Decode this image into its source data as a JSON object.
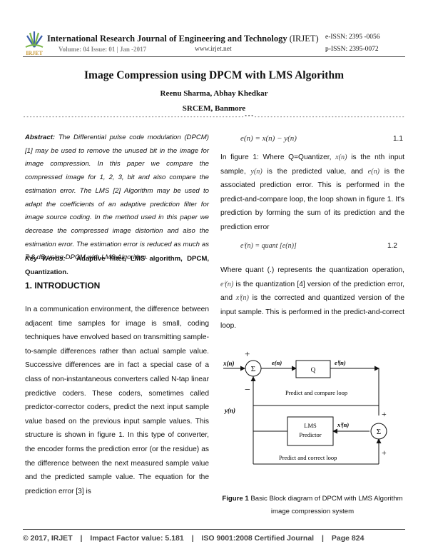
{
  "header": {
    "logo_text": "IRJET",
    "journal_title_bold": "International Research Journal of Engineering and Technology",
    "journal_abbrev": "(IRJET)",
    "volume_info": "Volume: 04 Issue: 01 | Jan -2017",
    "website": "www.irjet.net",
    "e_issn": "e-ISSN: 2395 -0056",
    "p_issn": "p-ISSN: 2395-0072"
  },
  "paper": {
    "title": "Image Compression using DPCM with LMS Algorithm",
    "authors": "Reenu Sharma, Abhay Khedkar",
    "affiliation": "SRCEM, Banmore",
    "separator": "---------------------------------------------------------------------***--------------------------------------------------------------------"
  },
  "abstract": {
    "label": "Abstract:",
    "text": " The Differential pulse code modulation (DPCM) [1] may be used to remove the unused bit in the image for image compression. In this paper we compare the compressed image for 1, 2, 3, bit and also compare the estimation error. The LMS [2] Algorithm may be used to adapt the coefficients of an adaptive prediction filter for image source coding. In the method used in this paper we decrease the compressed image distortion and also the estimation error. The estimation error is reduced as much as 7-8 dB using DPCM with LMS Algorithm."
  },
  "keywords": {
    "label": "Key Words:",
    "text": " - Adaptive filter, LMS algorithm, DPCM, Quantization."
  },
  "section1": {
    "heading": "1.  INTRODUCTION",
    "text": "In a communication environment, the difference between adjacent time samples for image is small, coding techniques have envolved based on transmitting sample-to-sample differences rather than actual sample value. Successive differences are in fact a special case of a class of non-instantaneous converters called N-tap linear predictive coders. These coders, sometimes called predictor-corrector coders, predict the next input sample value based on the previous input sample values. This structure is shown in figure 1. In this type of converter, the encoder forms the prediction error (or the residue) as the difference between the next measured sample value and the predicted sample value. The equation for the prediction error [3] is"
  },
  "right_column": {
    "eq1": "e(n) = x(n) − y(n)",
    "eq1_num": "1.1",
    "para1_a": "In figure 1: Where Q=Quantizer, ",
    "para1_xn": "x(n)",
    "para1_b": " is the nth input sample, ",
    "para1_yn": "y(n)",
    "para1_c": " is the predicted value, and ",
    "para1_en": "e(n)",
    "para1_d": " is the associated prediction error. This is performed in the predict-and-compare loop, the loop shown in   figure 1. It's prediction by forming the sum of its prediction and the prediction error",
    "eq2": "eⁱ(n) = quant [e(n)]",
    "eq2_num": "1.2",
    "para2_a": "Where quant (.) represents the quantization operation, ",
    "para2_eq": "eⁱ(n)",
    "para2_b": " is the quantization [4] version of the prediction error, and ",
    "para2_xq": "xⁱ(n)",
    "para2_c": " is the corrected and quantized version of the input sample. This is performed in the predict-and-correct loop."
  },
  "figure": {
    "labels": {
      "xn": "x(n)",
      "sum": "Σ",
      "en": "e(n)",
      "q": "Q",
      "eqn": "eⁱ(n)",
      "predict_compare": "Predict and compare loop",
      "yn": "y(n)",
      "lms_line1": "LMS",
      "lms_line2": "Predictor",
      "xqn": "xⁱ(n)",
      "predict_correct": "Predict and correct loop",
      "plus": "+",
      "minus": "−"
    },
    "caption_label": "Figure 1",
    "caption_text": " Basic Block diagram of DPCM with LMS Algorithm image compression system"
  },
  "footer": {
    "copyright": "© 2017, IRJET",
    "sep": "|",
    "impact": "Impact Factor value: 5.181",
    "iso": "ISO 9001:2008 Certified Journal",
    "page": "Page 824"
  },
  "colors": {
    "logo_green": "#7ab648",
    "logo_blue": "#3b5ea8",
    "logo_text": "#c8962e"
  }
}
